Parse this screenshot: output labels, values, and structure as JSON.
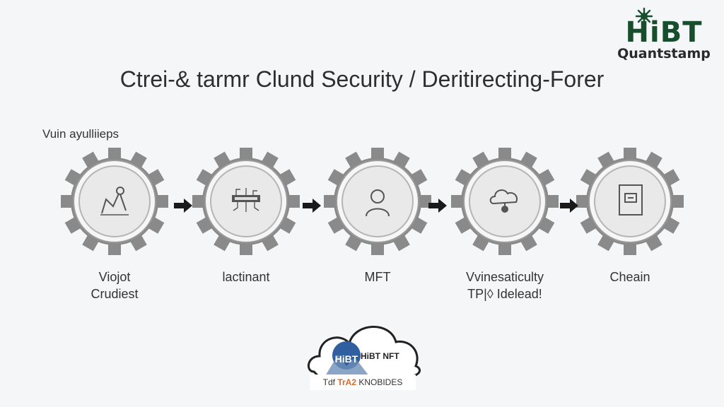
{
  "brand": {
    "name": "HiBT",
    "sub": "Quantstamp"
  },
  "title": "Ctrei-& tarmr Clund Security / Deritirecting-Forer",
  "subtitle": "Vuin ayulliieps",
  "steps": [
    {
      "line1": "Viojot",
      "line2": "Crudiest",
      "icon": "chart-icon"
    },
    {
      "line1": "lactinant",
      "line2": "",
      "icon": "circuit-icon"
    },
    {
      "line1": "MFT",
      "line2": "",
      "icon": "user-icon"
    },
    {
      "line1": "Vvinesaticulty",
      "line2": "TP|◊ Idelead!",
      "icon": "cloud-icon"
    },
    {
      "line1": "Cheain",
      "line2": "",
      "icon": "device-icon"
    }
  ],
  "footer_logo": {
    "badge": "HiBT",
    "name": "HiBT NFT",
    "band_left": "Tdf",
    "band_accent": "TrA2",
    "band_right": "KNOBIDES"
  },
  "colors": {
    "brand_green": "#184e2e",
    "gear": "#8a8a8a",
    "gear_face": "#e9e9e9",
    "arrow": "#1a1a1a",
    "accent": "#d76a2a",
    "badge": "#2f5f9e"
  }
}
